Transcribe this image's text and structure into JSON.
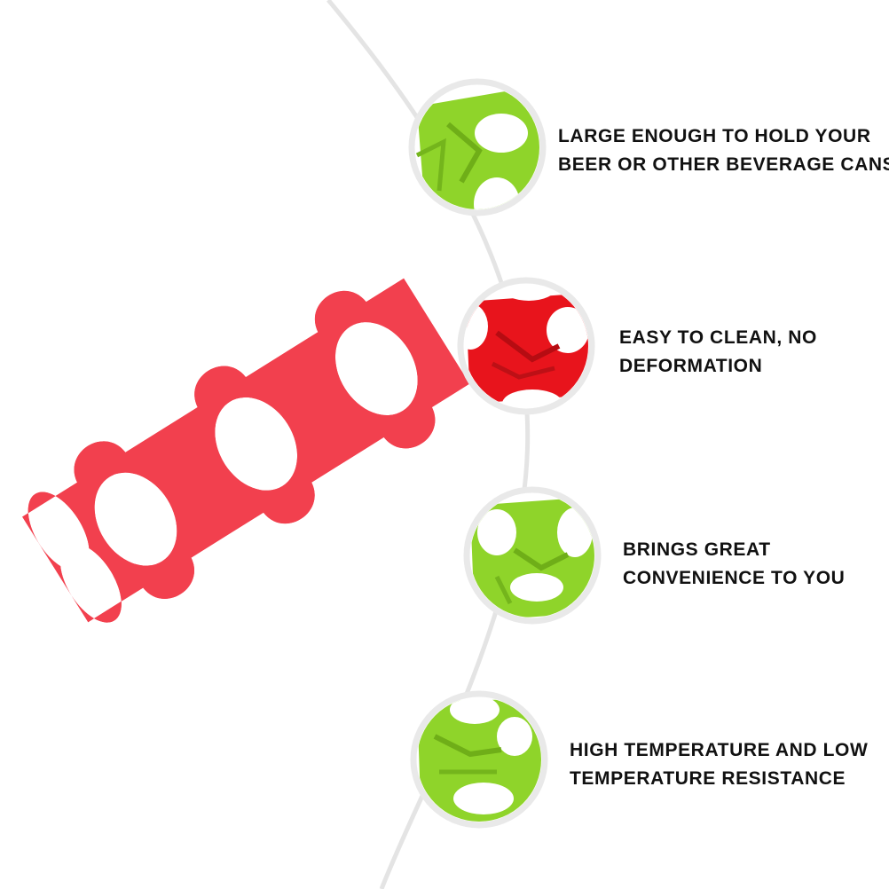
{
  "features": [
    {
      "lines": [
        "LARGE ENOUGH TO HOLD YOUR",
        "BEER OR OTHER BEVERAGE CANS"
      ],
      "thumb_color": "#8fd42a"
    },
    {
      "lines": [
        "EASY TO CLEAN, NO",
        "DEFORMATION"
      ],
      "thumb_color": "#e8141c"
    },
    {
      "lines": [
        "BRINGS GREAT",
        "CONVENIENCE TO YOU"
      ],
      "thumb_color": "#8fd42a"
    },
    {
      "lines": [
        "HIGH TEMPERATURE AND LOW",
        "TEMPERATURE RESISTANCE"
      ],
      "thumb_color": "#8fd42a"
    }
  ],
  "product": {
    "color": "#f2404e",
    "slots": 4
  },
  "colors": {
    "arc": "#e4e4e4",
    "thumb_border": "#e9e9e9",
    "text": "#111111"
  }
}
